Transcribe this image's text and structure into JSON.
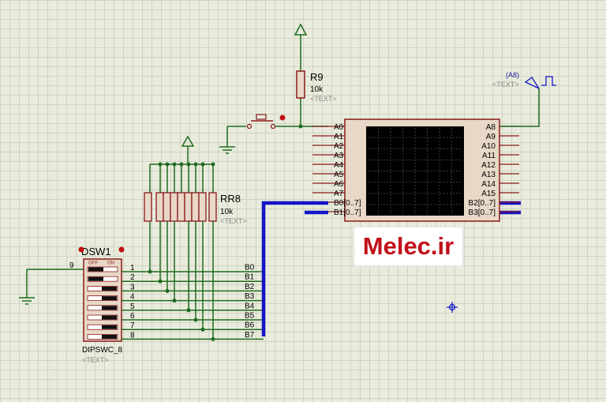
{
  "resistor_r9": {
    "ref": "R9",
    "value": "10k",
    "placeholder": "<TEXT>"
  },
  "resistor_pack": {
    "ref": "RR8",
    "value": "10k",
    "placeholder": "<TEXT>"
  },
  "dip_switch": {
    "ref": "DSW1",
    "type": "DIPSWC_8",
    "placeholder": "<TEXT>",
    "off_label": "OFF",
    "on_label": "ON",
    "common_pin": "9",
    "pins": [
      "1",
      "2",
      "3",
      "4",
      "5",
      "6",
      "7",
      "8"
    ]
  },
  "bus_labels": [
    "B0",
    "B1",
    "B2",
    "B3",
    "B4",
    "B5",
    "B6",
    "B7"
  ],
  "led_matrix": {
    "left_pins": [
      "A0",
      "A1",
      "A2",
      "A3",
      "A4",
      "A5",
      "A6",
      "A7",
      "B0[0..7]",
      "B1[0..7]"
    ],
    "right_pins": [
      "A8",
      "A9",
      "A10",
      "A11",
      "A12",
      "A13",
      "A14",
      "A15",
      "B2[0..7]",
      "B3[0..7]"
    ]
  },
  "clock_generator": {
    "label": "(A8)",
    "placeholder": "<TEXT>"
  },
  "watermark": "Melec.ir",
  "colors": {
    "wire": "#1f6b1f",
    "bus": "#1414c8",
    "component": "#8b1a1a",
    "background": "#e9ecdc"
  }
}
